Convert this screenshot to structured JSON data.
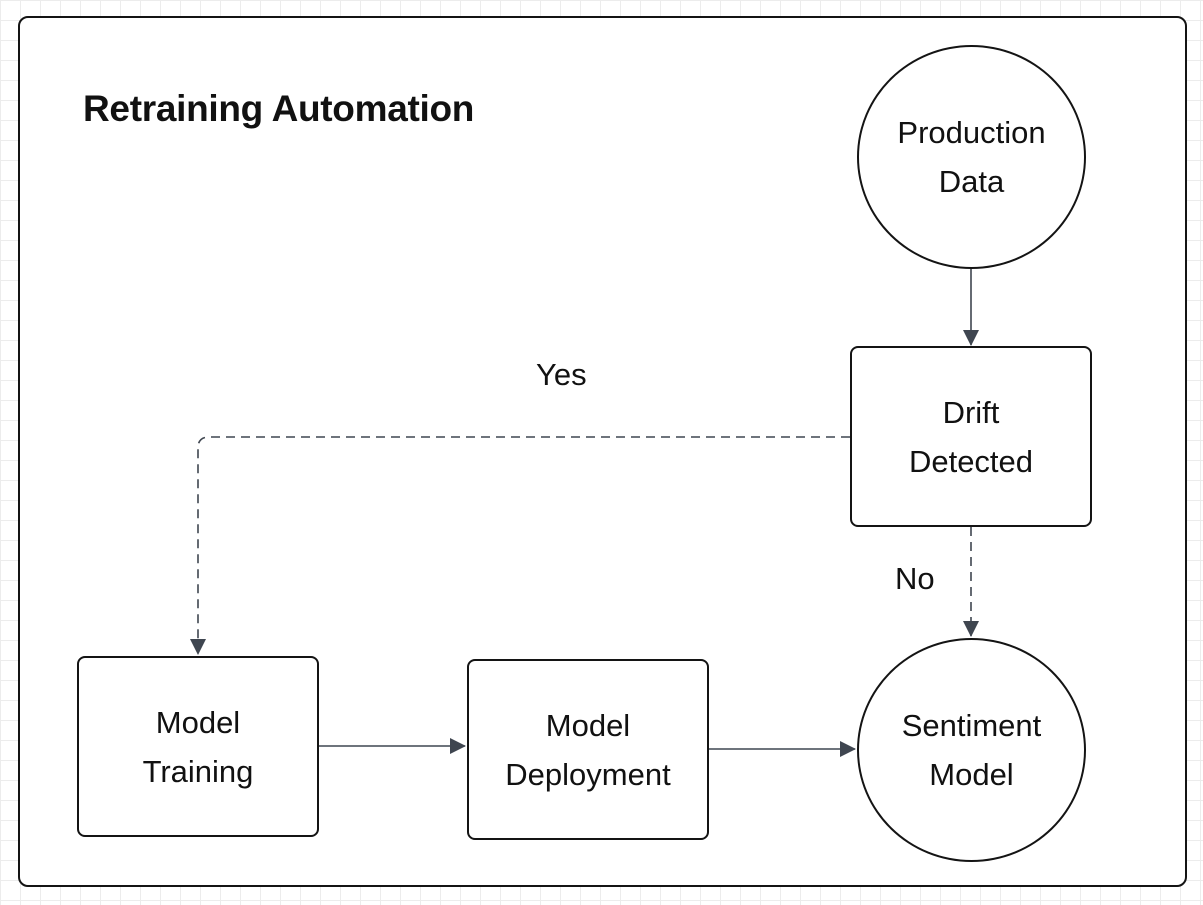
{
  "diagram": {
    "title": "Retraining Automation",
    "nodes": {
      "production_data": "Production\nData",
      "drift_detected": "Drift\nDetected",
      "model_training": "Model\nTraining",
      "model_deployment": "Model\nDeployment",
      "sentiment_model": "Sentiment\nModel"
    },
    "edge_labels": {
      "yes": "Yes",
      "no": "No"
    },
    "colors": {
      "stroke": "#141414",
      "edge": "#3f4650",
      "grid": "#ececec"
    }
  }
}
